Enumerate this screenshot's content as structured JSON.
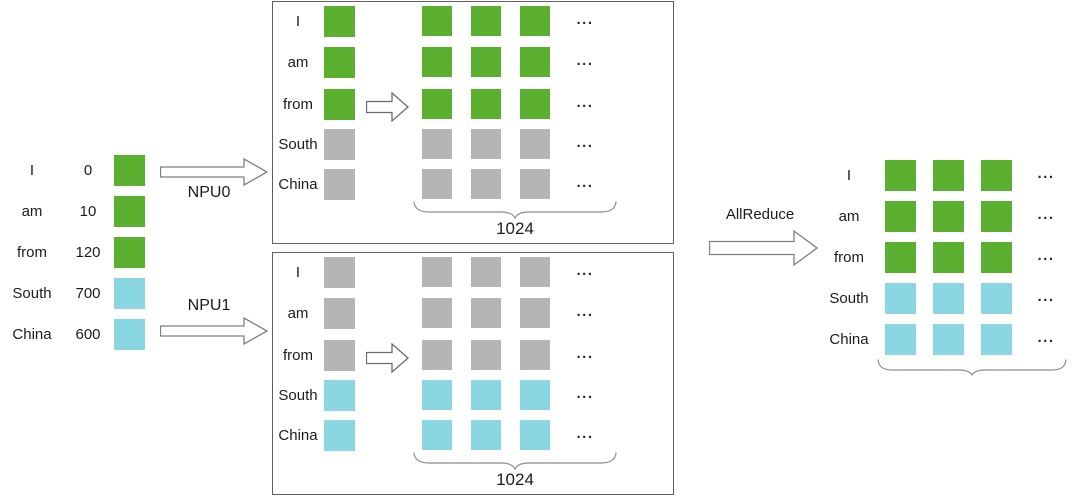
{
  "ellipsis": "...",
  "colors": {
    "green": "#5bb12f",
    "cyan": "#8ad6e2",
    "gray": "#b5b5b5"
  },
  "input_table": {
    "rows": [
      {
        "word": "I",
        "index": "0",
        "color": "green"
      },
      {
        "word": "am",
        "index": "10",
        "color": "green"
      },
      {
        "word": "from",
        "index": "120",
        "color": "green"
      },
      {
        "word": "South",
        "index": "700",
        "color": "cyan"
      },
      {
        "word": "China",
        "index": "600",
        "color": "cyan"
      }
    ]
  },
  "npu0": {
    "arrow_label": "NPU0",
    "panel": {
      "rows": [
        {
          "word": "I",
          "color": "green"
        },
        {
          "word": "am",
          "color": "green"
        },
        {
          "word": "from",
          "color": "green"
        },
        {
          "word": "South",
          "color": "gray"
        },
        {
          "word": "China",
          "color": "gray"
        }
      ],
      "brace_label": "1024"
    }
  },
  "npu1": {
    "arrow_label": "NPU1",
    "panel": {
      "rows": [
        {
          "word": "I",
          "color": "gray"
        },
        {
          "word": "am",
          "color": "gray"
        },
        {
          "word": "from",
          "color": "gray"
        },
        {
          "word": "South",
          "color": "cyan"
        },
        {
          "word": "China",
          "color": "cyan"
        }
      ],
      "brace_label": "1024"
    }
  },
  "allreduce": {
    "arrow_label": "AllReduce"
  },
  "result": {
    "rows": [
      {
        "word": "I",
        "color": "green"
      },
      {
        "word": "am",
        "color": "green"
      },
      {
        "word": "from",
        "color": "green"
      },
      {
        "word": "South",
        "color": "cyan"
      },
      {
        "word": "China",
        "color": "cyan"
      }
    ]
  }
}
